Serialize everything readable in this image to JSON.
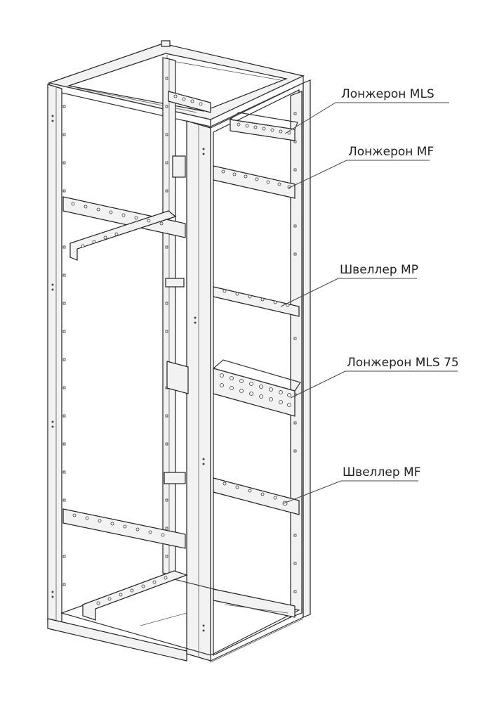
{
  "drawing": {
    "callouts": [
      {
        "id": "mls",
        "text": "Лонжерон MLS"
      },
      {
        "id": "mf",
        "text": "Лонжерон MF"
      },
      {
        "id": "mp",
        "text": "Швеллер MP"
      },
      {
        "id": "mls75",
        "text": "Лонжерон MLS 75"
      },
      {
        "id": "smf",
        "text": "Швеллер MF"
      }
    ]
  }
}
